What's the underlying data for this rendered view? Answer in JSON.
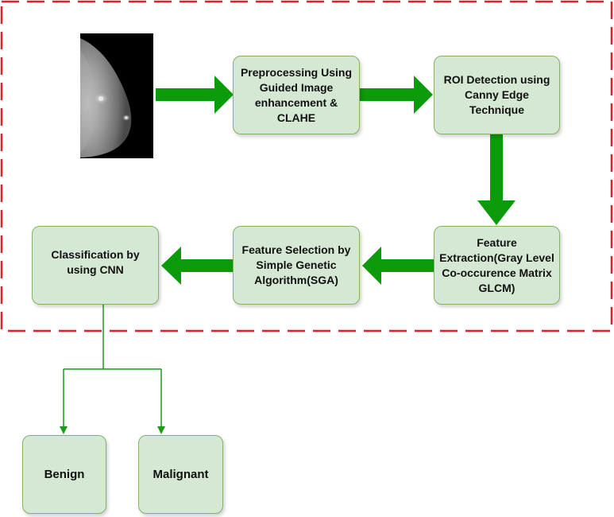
{
  "nodes": {
    "preprocessing": "Preprocessing Using Guided Image enhancement & CLAHE",
    "roi_detection": "ROI Detection using Canny Edge Technique",
    "feature_extraction": "Feature Extraction(Gray Level Co-occurence Matrix GLCM)",
    "feature_selection": "Feature Selection by Simple Genetic Algorithm(SGA)",
    "classification": "Classification by using CNN",
    "benign": "Benign",
    "malignant": "Malignant"
  },
  "colors": {
    "box_fill": "#d5e8d4",
    "box_border": "#82b366",
    "arrow": "#0a9a0a",
    "thin_arrow": "#1c9c1c",
    "dashed_frame": "#e0202a",
    "image_background": "#000000"
  },
  "image": {
    "subject": "mammogram"
  }
}
